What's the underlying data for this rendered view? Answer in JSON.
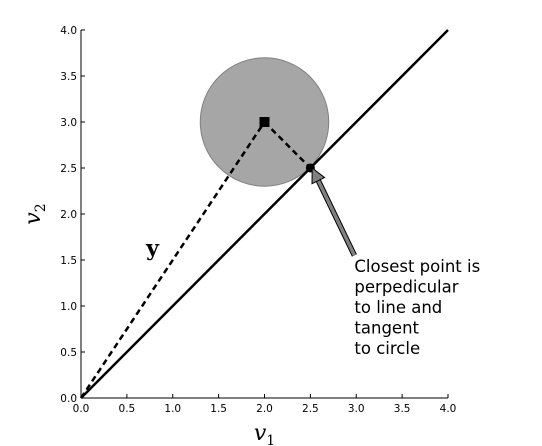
{
  "chart_data": {
    "type": "line",
    "title": "",
    "xlabel": {
      "base": "v",
      "sub": "1"
    },
    "ylabel": {
      "base": "v",
      "sub": "2"
    },
    "xlim": [
      0,
      4
    ],
    "ylim": [
      0,
      4
    ],
    "grid": false,
    "x_ticks": [
      "0.0",
      "0.5",
      "1.0",
      "1.5",
      "2.0",
      "2.5",
      "3.0",
      "3.5",
      "4.0"
    ],
    "y_ticks": [
      "0.0",
      "0.5",
      "1.0",
      "1.5",
      "2.0",
      "2.5",
      "3.0",
      "3.5",
      "4.0"
    ],
    "line": {
      "x": [
        0,
        4
      ],
      "y": [
        0,
        4
      ],
      "color": "#000000"
    },
    "circle": {
      "center": [
        2,
        3
      ],
      "radius": 0.7,
      "fill": "#a6a6a6",
      "stroke": "#808080"
    },
    "center_point": {
      "x": 2,
      "y": 3
    },
    "closest_point": {
      "x": 2.5,
      "y": 2.5
    },
    "vector_label": {
      "text": "y",
      "x": 0.78,
      "y": 1.55
    },
    "dashed_segments": [
      {
        "x": [
          0,
          2
        ],
        "y": [
          0,
          3
        ]
      },
      {
        "x": [
          2,
          2.5
        ],
        "y": [
          3,
          2.5
        ]
      }
    ],
    "annotation": {
      "lines": [
        "Closest point is",
        "perpedicular",
        "to line and",
        "tangent",
        "to circle"
      ],
      "text_x": 2.98,
      "text_y": 1.5,
      "arrow_from": [
        2.98,
        1.55
      ],
      "arrow_to": [
        2.52,
        2.5
      ],
      "arrow_color": "#808080"
    }
  }
}
